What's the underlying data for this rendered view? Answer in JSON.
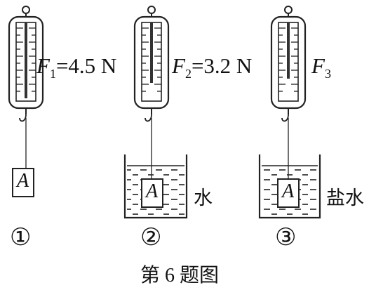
{
  "panels": [
    {
      "number": "①",
      "force": {
        "symbol": "F",
        "sub": "1",
        "value": "=4.5 N"
      },
      "block": "A",
      "liquid": ""
    },
    {
      "number": "②",
      "force": {
        "symbol": "F",
        "sub": "2",
        "value": "=3.2 N"
      },
      "block": "A",
      "liquid": "水"
    },
    {
      "number": "③",
      "force": {
        "symbol": "F",
        "sub": "3",
        "value": ""
      },
      "block": "A",
      "liquid": "盐水"
    }
  ],
  "caption": "第 6 题图"
}
